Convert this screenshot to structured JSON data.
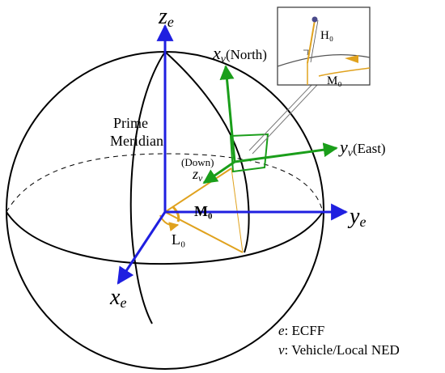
{
  "colors": {
    "ecef_axes": "#1f1fe0",
    "vehicle_axes": "#1a9e1a",
    "construction": "#e0a21e",
    "sphere": "#000000",
    "inset_marker": "#4a4a8a"
  },
  "axes": {
    "ze": {
      "base": "z",
      "sub": "e"
    },
    "ye": {
      "base": "y",
      "sub": "e"
    },
    "xe": {
      "base": "x",
      "sub": "e"
    },
    "xv": {
      "base": "x",
      "sub": "v",
      "suffix": "(North)"
    },
    "yv": {
      "base": "y",
      "sub": "v",
      "suffix": "(East)"
    },
    "zv": {
      "base": "z",
      "sub": "v"
    }
  },
  "labels": {
    "prime_line1": "Prime",
    "prime_line2": "Meridian",
    "down": "(Down)",
    "m0": "M₀",
    "l0": "L₀",
    "inset_h0": "H₀",
    "inset_m0": "M₀"
  },
  "legend": {
    "line1_sym": "e",
    "line1_text": ": ECFF",
    "line2_sym": "v",
    "line2_text": ": Vehicle/Local NED"
  }
}
